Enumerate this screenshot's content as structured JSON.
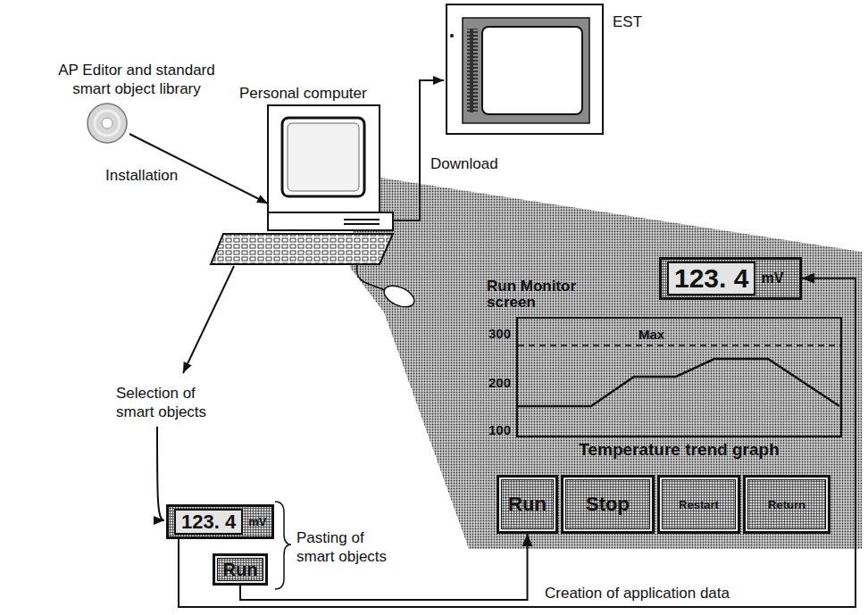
{
  "diagram": {
    "nodes": [
      {
        "text": [
          "Run Monitor screen"
        ]
      },
      {
        "text": [
          "123. 4",
          "mV"
        ],
        "in": 0
      },
      {
        "text": [
          "Max",
          "Temperature trend graph"
        ],
        "in": 0
      },
      {
        "text": [
          "Run"
        ],
        "in": 0
      },
      {
        "text": [
          "Stop"
        ],
        "in": 0
      },
      {
        "text": [
          "Restart"
        ],
        "in": 0
      },
      {
        "text": [
          "Return"
        ],
        "in": 0
      },
      {
        "text": [
          "123. 4",
          "mV"
        ]
      },
      {
        "text": [
          "Run"
        ]
      }
    ],
    "edges": [
      {
        "from": 8,
        "to": 3,
        "arrow": "to"
      },
      {
        "from": 7,
        "to": 1,
        "label": "Creation of application data",
        "arrow": "to"
      }
    ],
    "labels": [
      "AP Editor and standard smart object library",
      "Personal computer",
      "Installation",
      "Download",
      "EST",
      "Selection of smart objects",
      "Pasting of smart objects",
      "300",
      "200",
      "100"
    ]
  }
}
